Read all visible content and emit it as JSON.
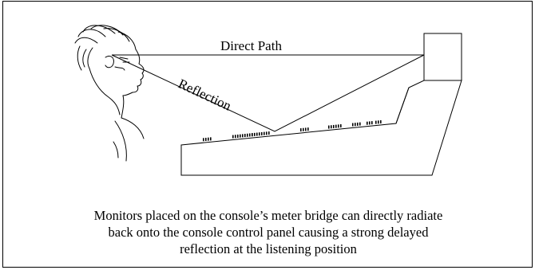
{
  "labels": {
    "direct_path": "Direct Path",
    "reflection": "Reflection"
  },
  "caption": {
    "line1": "Monitors placed on the console’s meter bridge can directly radiate",
    "line2": "back onto the console control panel causing a strong delayed",
    "line3": "reflection at the listening position"
  },
  "colors": {
    "line": "#000000",
    "background": "#ffffff"
  }
}
